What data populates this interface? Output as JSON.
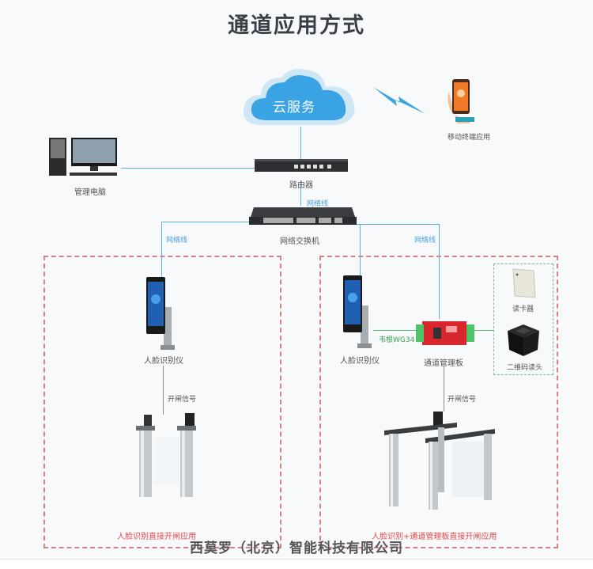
{
  "title": "通道应用方式",
  "nodes": {
    "cloud": "云服务",
    "mobile": "移动终端应用",
    "admin_pc": "管理电脑",
    "router": "路由器",
    "switch": "网络交换机",
    "face_left": "人脸识别仪",
    "face_right": "人脸识别仪",
    "board": "通道管理板",
    "card_reader": "读卡器",
    "qr_reader": "二维码读头"
  },
  "links": {
    "router_switch": "网络线",
    "switch_left": "网络线",
    "switch_right": "网络线",
    "wiegand": "韦根WG34",
    "gate_signal_left": "开闸信号",
    "gate_signal_right": "开闸信号"
  },
  "scenarios": {
    "left": "人脸识别直接开闸应用",
    "right": "人脸识别+通道管理板直接开闸应用"
  },
  "watermark": "西莫罗（北京）智能科技有限公司",
  "colors": {
    "network_line": "#5ab0de",
    "signal_line": "#8a8a8a",
    "wiegand_line": "#5bb879",
    "scenario_border": "#d98080",
    "scenario_text": "#e34b4b",
    "cloud": "#3aa3e3"
  }
}
